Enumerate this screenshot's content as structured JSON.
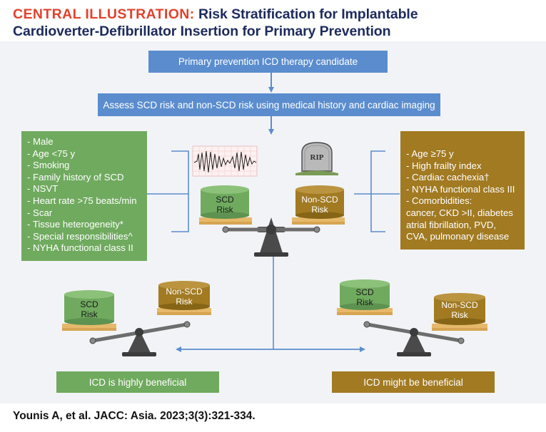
{
  "header": {
    "title_prefix": "CENTRAL ILLUSTRATION:",
    "title_line1": "Risk Stratification for Implantable",
    "title_line2": "Cardioverter-Defibrillator Insertion for Primary Prevention"
  },
  "flow": {
    "candidate": "Primary prevention ICD therapy candidate",
    "assess": "Assess SCD risk and non-SCD risk using medical history and cardiac imaging"
  },
  "scd_factors": [
    "- Male",
    "- Age <75 y",
    "- Smoking",
    "- Family history of SCD",
    "- NSVT",
    "- Heart rate >75 beats/min",
    "- Scar",
    "- Tissue heterogeneity*",
    "- Special responsibilities^",
    "- NYHA functional class II"
  ],
  "non_scd_factors": [
    "- Age ≥75 y",
    "- High frailty index",
    "- Cardiac cachexia†",
    "- NYHA functional class III",
    "- Comorbidities:",
    "cancer, CKD >II, diabetes",
    "atrial fibrillation, PVD,",
    "CVA, pulmonary disease"
  ],
  "tombstone_text": "RIP",
  "scale_labels": {
    "scd_line1": "SCD",
    "scd_line2": "Risk",
    "nonscd_line1": "Non-SCD",
    "nonscd_line2": "Risk"
  },
  "outcomes": {
    "left": "ICD is highly beneficial",
    "right": "ICD might be beneficial"
  },
  "citation": "Younis A, et al. JACC: Asia. 2023;3(3):321-334.",
  "colors": {
    "blue": "#5b8dce",
    "green": "#70aa5f",
    "gold": "#a17a22",
    "title_red": "#e2422c",
    "title_navy": "#1d2b5c"
  }
}
